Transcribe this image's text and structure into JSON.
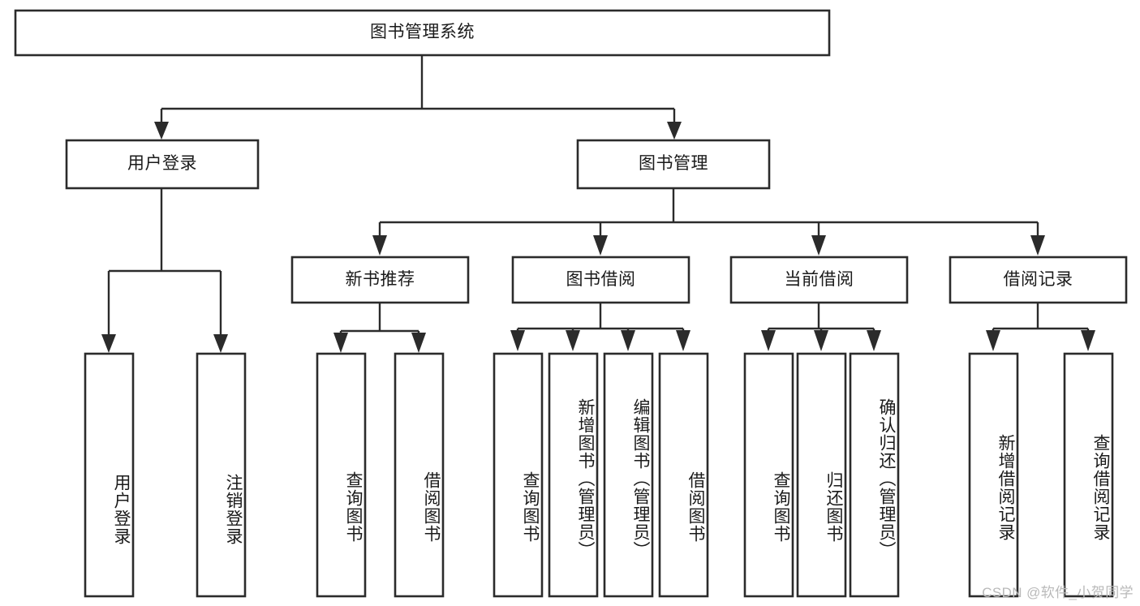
{
  "diagram": {
    "title": "图书管理系统",
    "type": "hierarchy-tree",
    "watermark": "CSDN @软件_小贺同学",
    "colors": {
      "stroke": "#2b2b2b",
      "fill": "#ffffff",
      "text": "#1a1a1a",
      "watermark": "#b9b9b9",
      "background": "#ffffff"
    },
    "root": {
      "label": "图书管理系统"
    },
    "level2": [
      {
        "label": "用户登录"
      },
      {
        "label": "图书管理"
      }
    ],
    "level3": [
      {
        "label": "新书推荐"
      },
      {
        "label": "图书借阅"
      },
      {
        "label": "当前借阅"
      },
      {
        "label": "借阅记录"
      }
    ],
    "leaves": {
      "user_login": [
        {
          "label": "用户登录"
        },
        {
          "label": "注销登录"
        }
      ],
      "new_book_recommend": [
        {
          "label": "查询图书"
        },
        {
          "label": "借阅图书"
        }
      ],
      "book_borrow": [
        {
          "label": "查询图书"
        },
        {
          "label": "新增图书（管理员）"
        },
        {
          "label": "编辑图书（管理员）"
        },
        {
          "label": "借阅图书"
        }
      ],
      "current_borrow": [
        {
          "label": "查询图书"
        },
        {
          "label": "归还图书"
        },
        {
          "label": "确认归还（管理员）"
        }
      ],
      "borrow_record": [
        {
          "label": "新增借阅记录"
        },
        {
          "label": "查询借阅记录"
        }
      ]
    }
  }
}
